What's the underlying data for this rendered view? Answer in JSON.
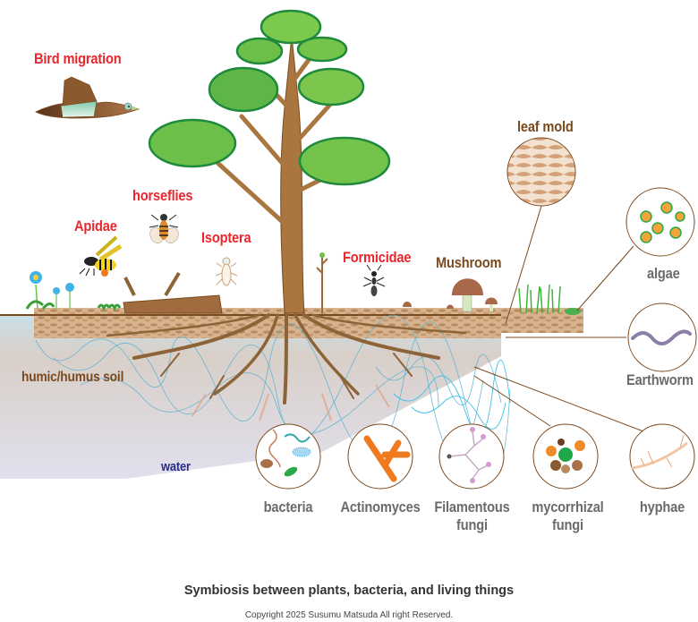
{
  "diagram": {
    "title": "Symbiosis between plants, bacteria, and living things",
    "copyright": "Copyright 2025 Susumu Matsuda All right Reserved.",
    "above_ground_labels": {
      "bird_migration": "Bird migration",
      "horseflies": "horseflies",
      "apidae": "Apidae",
      "isoptera": "Isoptera",
      "formicidae": "Formicidae",
      "mushroom": "Mushroom"
    },
    "soil_labels": {
      "humus_soil": "humic/humus soil",
      "water": "water"
    },
    "callouts": {
      "leaf_mold": "leaf mold",
      "algae": "algae",
      "earthworm": "Earthworm"
    },
    "microorganisms": [
      {
        "label_line1": "bacteria",
        "label_line2": ""
      },
      {
        "label_line1": "Actinomyces",
        "label_line2": ""
      },
      {
        "label_line1": "Filamentous",
        "label_line2": "fungi"
      },
      {
        "label_line1": "mycorrhizal",
        "label_line2": "fungi"
      },
      {
        "label_line1": "hyphae",
        "label_line2": ""
      }
    ],
    "colors": {
      "red_label": "#e8262d",
      "brown_label": "#7a4a1f",
      "grey_label": "#6b6b6b",
      "water_label": "#2a2f86",
      "callout_line": "#7a4a1f",
      "foliage": "#6cc04a",
      "foliage_dark": "#1f8a3c",
      "trunk": "#9c6a3a",
      "soil": "#c9a27a",
      "water_blue": "#3fb3d9"
    }
  }
}
